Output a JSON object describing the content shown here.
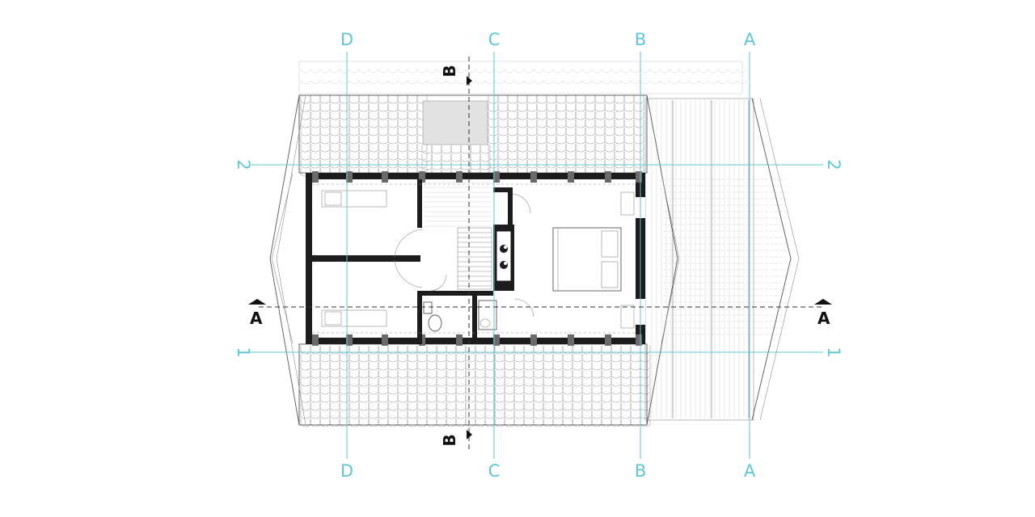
{
  "grid_axes": {
    "vertical": [
      {
        "id": "axis-d",
        "label": "D"
      },
      {
        "id": "axis-c",
        "label": "C"
      },
      {
        "id": "axis-b",
        "label": "B"
      },
      {
        "id": "axis-a",
        "label": "A"
      }
    ],
    "horizontal": [
      {
        "id": "axis-2",
        "label": "2"
      },
      {
        "id": "axis-1",
        "label": "1"
      }
    ]
  },
  "section_markers": {
    "horizontal_cut": {
      "label": "A"
    },
    "vertical_cut": {
      "label": "B"
    }
  },
  "colors": {
    "grid": "#5fc6d6",
    "wall": "#1c1c1c",
    "skylight": "#e2e2e2",
    "line": "#8d8d8d"
  }
}
